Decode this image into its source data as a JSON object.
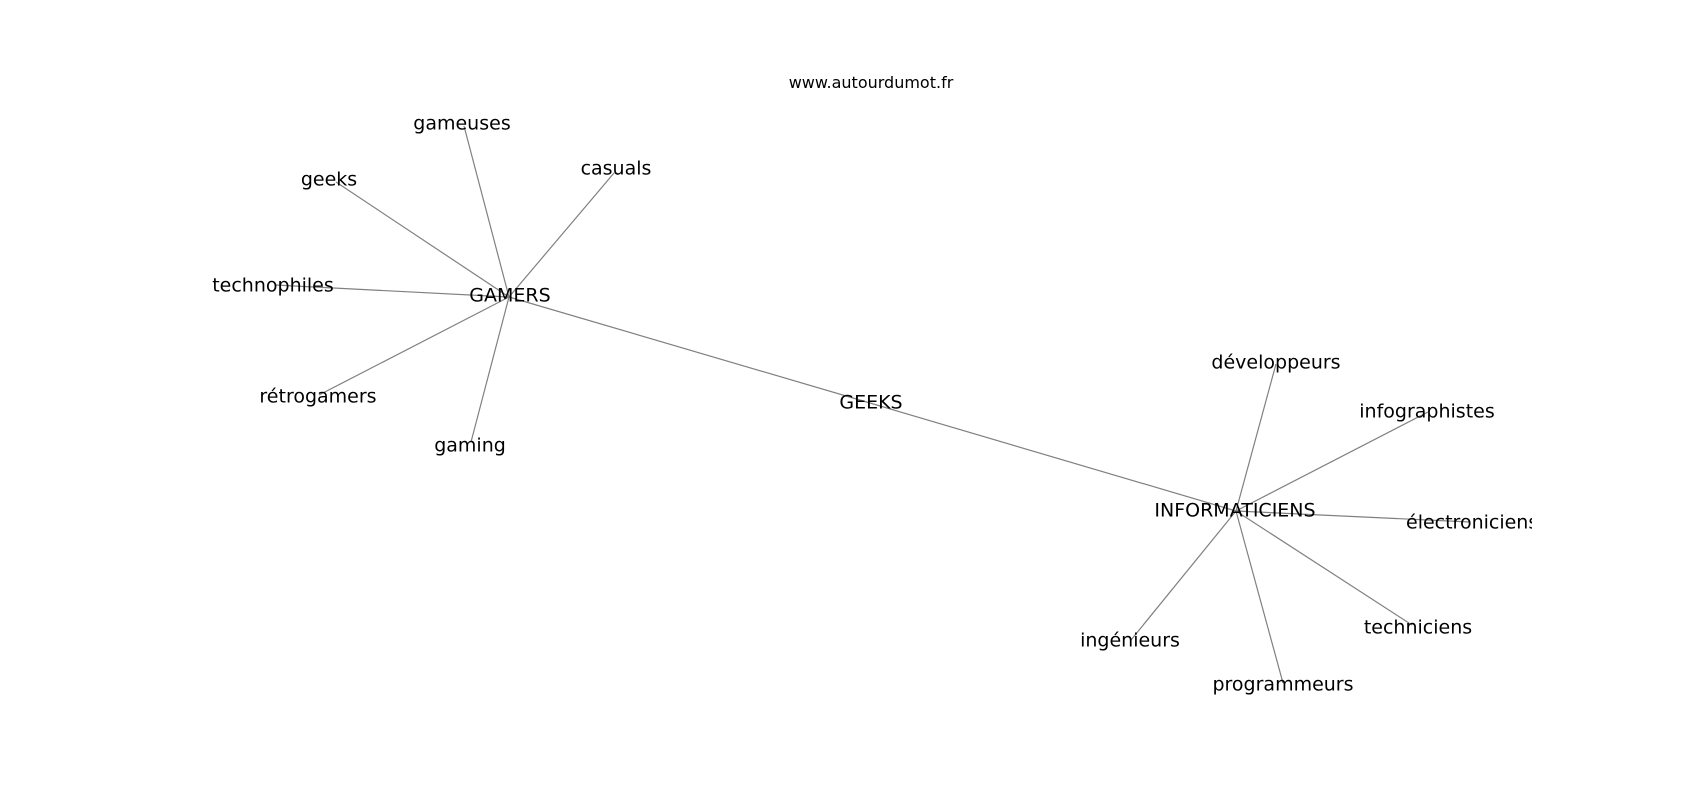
{
  "header": {
    "site": "www.autourdumot.fr"
  },
  "graph": {
    "center": "GEEKS",
    "hubs": [
      "GAMERS",
      "INFORMATICIENS"
    ],
    "nodes": {
      "geeks_center": "GEEKS",
      "gamers": "GAMERS",
      "informaticiens": "INFORMATICIENS",
      "gameuses": "gameuses",
      "casuals": "casuals",
      "geeks": "geeks",
      "technophiles": "technophiles",
      "retrogamers": "rétrogamers",
      "gaming": "gaming",
      "developpeurs": "développeurs",
      "infographistes": "infographistes",
      "electroniciens": "électroniciens",
      "techniciens": "techniciens",
      "programmeurs": "programmeurs",
      "ingenieurs": "ingénieurs"
    },
    "edges": [
      [
        "geeks_center",
        "gamers"
      ],
      [
        "geeks_center",
        "informaticiens"
      ],
      [
        "gamers",
        "gameuses"
      ],
      [
        "gamers",
        "casuals"
      ],
      [
        "gamers",
        "geeks"
      ],
      [
        "gamers",
        "technophiles"
      ],
      [
        "gamers",
        "retrogamers"
      ],
      [
        "gamers",
        "gaming"
      ],
      [
        "informaticiens",
        "developpeurs"
      ],
      [
        "informaticiens",
        "infographistes"
      ],
      [
        "informaticiens",
        "electroniciens"
      ],
      [
        "informaticiens",
        "techniciens"
      ],
      [
        "informaticiens",
        "programmeurs"
      ],
      [
        "informaticiens",
        "ingenieurs"
      ]
    ],
    "edge_color": "#808080"
  }
}
